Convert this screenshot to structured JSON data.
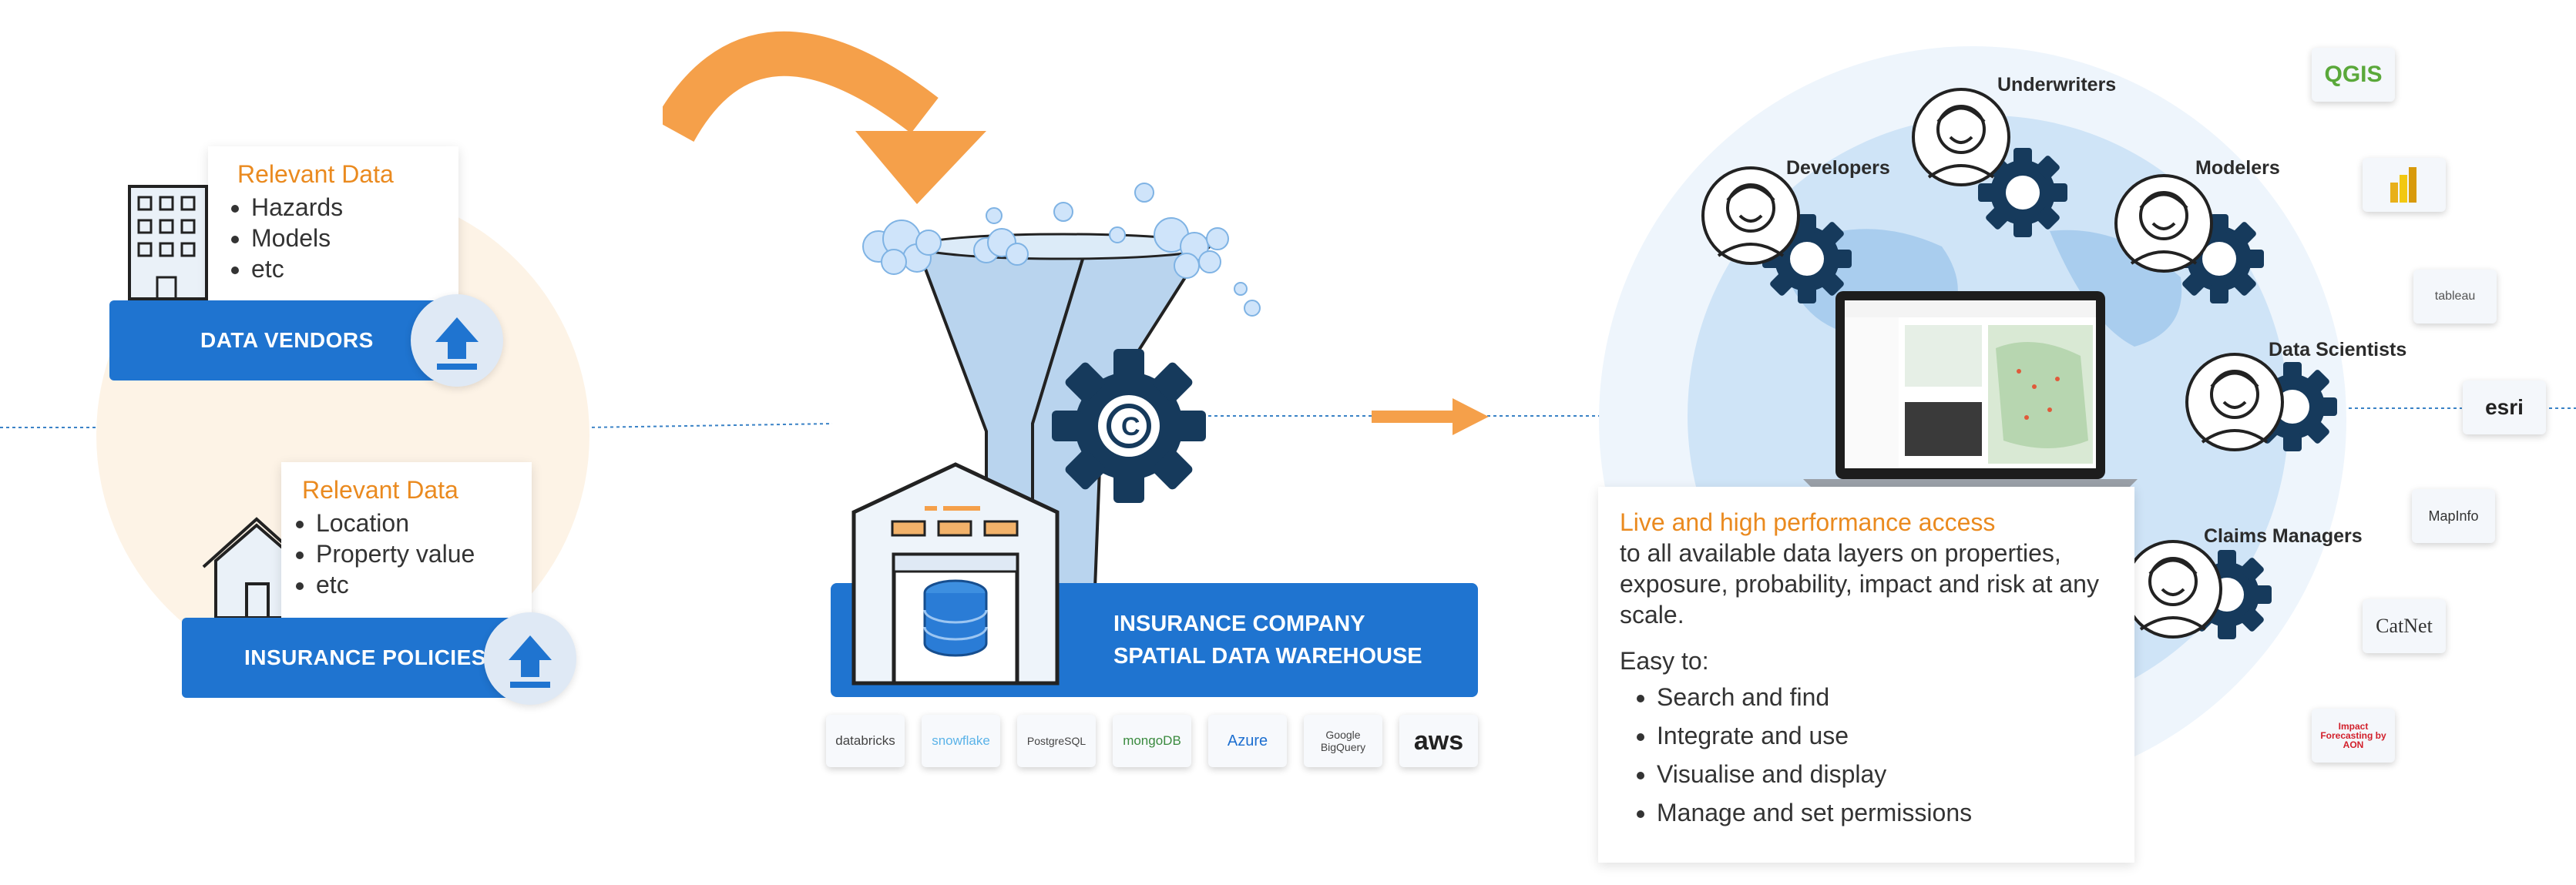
{
  "vendors": {
    "card_title": "Relevant Data",
    "items": [
      "Hazards",
      "Models",
      "etc"
    ],
    "banner_label": "DATA VENDORS"
  },
  "policies": {
    "card_title": "Relevant Data",
    "items": [
      "Location",
      "Property value",
      "etc"
    ],
    "banner_label": "INSURANCE POLICIES"
  },
  "warehouse": {
    "title_line1": "INSURANCE COMPANY",
    "title_line2": "SPATIAL DATA WAREHOUSE"
  },
  "technologies": [
    "databricks",
    "snowflake",
    "PostgreSQL",
    "mongoDB",
    "Azure",
    "Google BigQuery",
    "aws"
  ],
  "access": {
    "highlight": "Live and high performance access",
    "description": "to all available data layers on properties, exposure, probability, impact and risk at any scale.",
    "easy_label": "Easy to:",
    "items": [
      "Search and find",
      "Integrate and use",
      "Visualise and display",
      "Manage and set permissions"
    ]
  },
  "roles": [
    "Underwriters",
    "Developers",
    "Modelers",
    "Data Scientists",
    "Claims Managers"
  ],
  "tools": [
    "QGIS",
    "Power BI",
    "tableau",
    "esri",
    "MapInfo",
    "CatNet",
    "Impact Forecasting by AON"
  ],
  "colors": {
    "accent_orange": "#ea8a1f",
    "arrow_orange": "#f5a04a",
    "banner_blue": "#1f74d0",
    "navy": "#163a5c",
    "funnel_blue": "#b9d4ee",
    "globe_blue": "#cfe4f7"
  }
}
